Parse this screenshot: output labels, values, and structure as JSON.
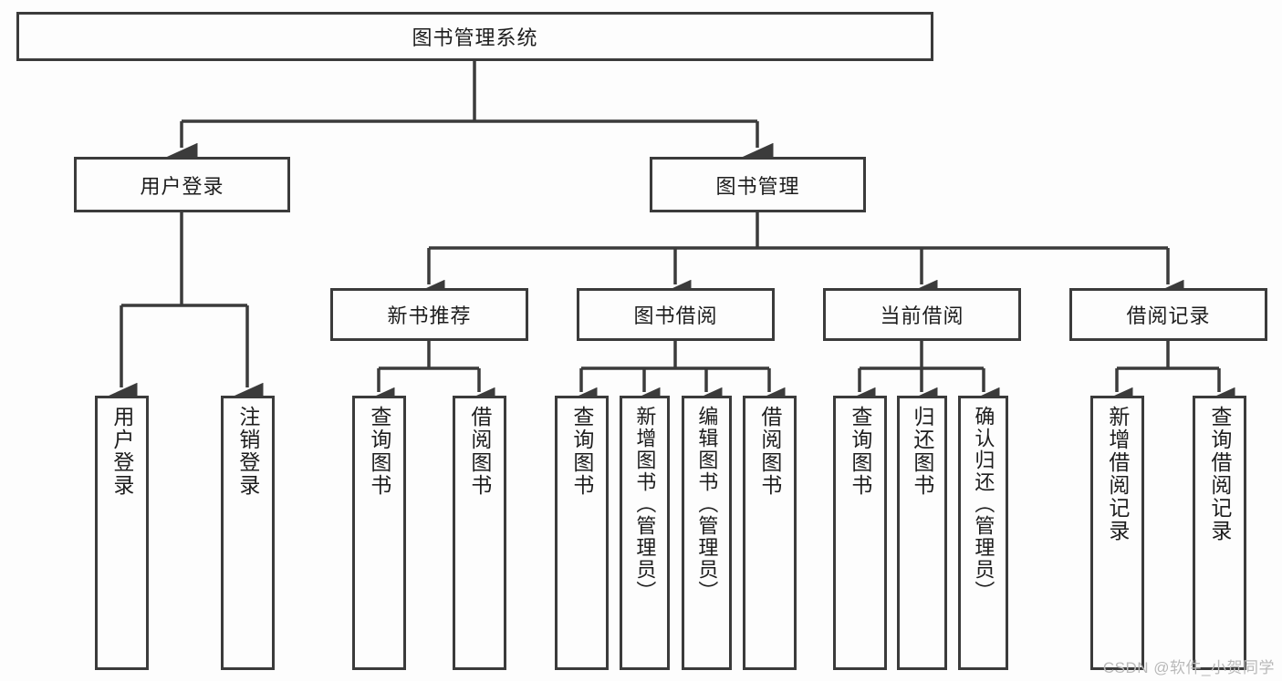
{
  "diagram": {
    "title": "图书管理系统",
    "watermark": "CSDN @软件_小贺同学",
    "colors": {
      "stroke": "#3b3b3b",
      "fill": "#fdfdfd",
      "text": "#1d1d1d",
      "watermark": "#b9b9b9"
    },
    "root": {
      "label": "图书管理系统"
    },
    "level2": [
      {
        "id": "user-login",
        "label": "用户登录"
      },
      {
        "id": "book-management",
        "label": "图书管理"
      }
    ],
    "level3": [
      {
        "id": "new-book-recommend",
        "label": "新书推荐"
      },
      {
        "id": "book-borrow",
        "label": "图书借阅"
      },
      {
        "id": "current-borrow",
        "label": "当前借阅"
      },
      {
        "id": "borrow-record",
        "label": "借阅记录"
      }
    ],
    "leaves": {
      "user_login": [
        {
          "id": "leaf-user-login",
          "label": "用户登录"
        },
        {
          "id": "leaf-logout-login",
          "label": "注销登录"
        }
      ],
      "new_book_recommend": [
        {
          "id": "leaf-query-book-1",
          "label": "查询图书"
        },
        {
          "id": "leaf-borrow-book-1",
          "label": "借阅图书"
        }
      ],
      "book_borrow": [
        {
          "id": "leaf-query-book-2",
          "label": "查询图书"
        },
        {
          "id": "leaf-add-book",
          "label": "新增图书（管理员）"
        },
        {
          "id": "leaf-edit-book",
          "label": "编辑图书（管理员）"
        },
        {
          "id": "leaf-borrow-book-2",
          "label": "借阅图书"
        }
      ],
      "current_borrow": [
        {
          "id": "leaf-query-book-3",
          "label": "查询图书"
        },
        {
          "id": "leaf-return-book",
          "label": "归还图书"
        },
        {
          "id": "leaf-confirm-return",
          "label": "确认归还（管理员）"
        }
      ],
      "borrow_record": [
        {
          "id": "leaf-add-record",
          "label": "新增借阅记录"
        },
        {
          "id": "leaf-query-record",
          "label": "查询借阅记录"
        }
      ]
    }
  }
}
